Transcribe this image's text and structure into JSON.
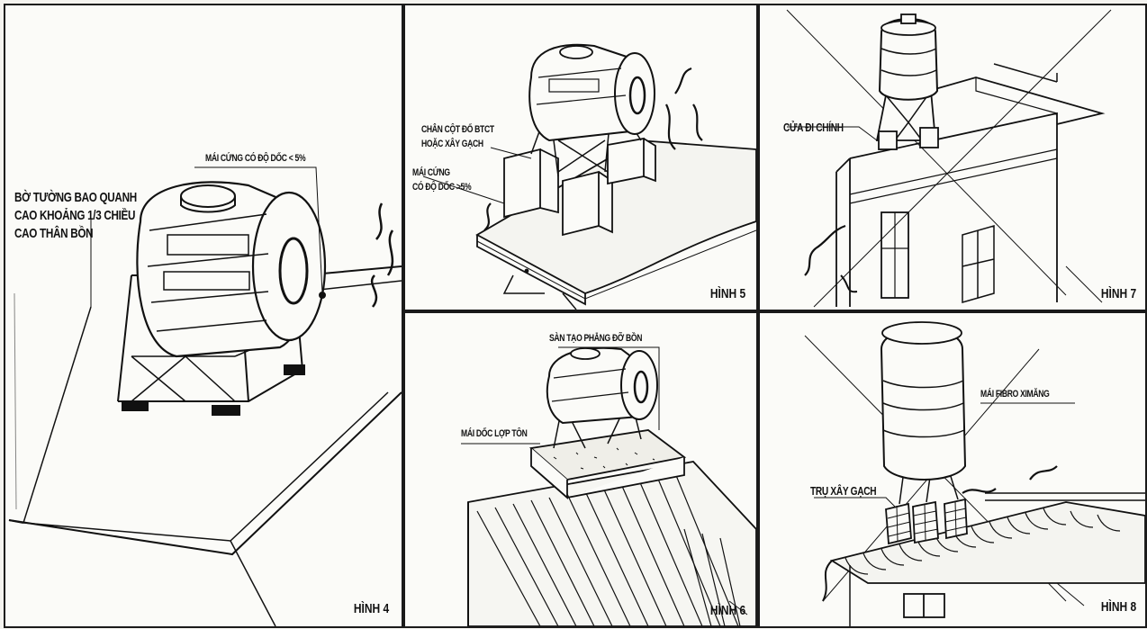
{
  "figures": {
    "fig4": {
      "caption": "HÌNH 4",
      "labels": {
        "roof_slope": "MÁI CỨNG CÓ ĐỘ DỐC < 5%",
        "wall_line1": "BỜ TƯỜNG BAO QUANH",
        "wall_line2": "CAO KHOẢNG 1/3 CHIỀU",
        "wall_line3": "CAO THÂN BỒN"
      }
    },
    "fig5": {
      "caption": "HÌNH 5",
      "labels": {
        "pillar_line1": "CHÂN CỘT ĐỔ BTCT",
        "pillar_line2": "HOẶC XÂY GẠCH",
        "roof_line1": "MÁI CỨNG",
        "roof_line2": "CÓ ĐỘ DỐC >5%"
      }
    },
    "fig6": {
      "caption": "HÌNH 6",
      "labels": {
        "base": "SÀN TẠO PHẲNG ĐỠ BỒN",
        "roof": "MÁI DỐC LỢP TÔN"
      }
    },
    "fig7": {
      "caption": "HÌNH 7",
      "labels": {
        "door": "CỬA ĐI CHÍNH"
      }
    },
    "fig8": {
      "caption": "HÌNH 8",
      "labels": {
        "roof": "MÁI FIBRO XIMĂNG",
        "pillar": "TRỤ XÂY GẠCH"
      }
    }
  },
  "colors": {
    "ink": "#111111",
    "paper": "#fbfbf8",
    "border": "#1a1a1a"
  }
}
